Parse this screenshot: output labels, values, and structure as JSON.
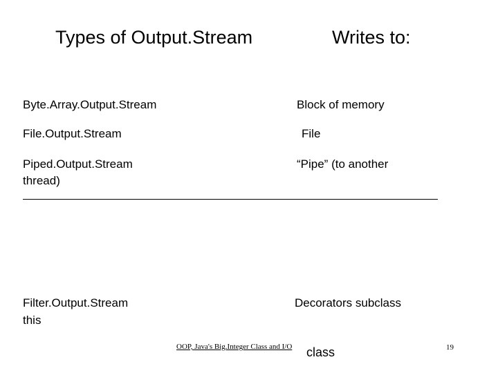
{
  "slide": {
    "headers": {
      "left": "Types of Output.Stream",
      "right": "Writes to:"
    },
    "rows": [
      {
        "stream": "Byte.Array.Output.Stream",
        "writes_to": "Block of memory",
        "continuation": ""
      },
      {
        "stream": "File.Output.Stream",
        "writes_to": "File",
        "continuation": ""
      },
      {
        "stream": "Piped.Output.Stream",
        "writes_to": "“Pipe” (to another",
        "continuation": "thread)"
      },
      {
        "stream": "Filter.Output.Stream",
        "writes_to": "Decorators subclass",
        "continuation": "this"
      }
    ],
    "trailing_word": "class",
    "footer": {
      "center": "OOP, Java's Big.Integer Class and I/O",
      "page": "19"
    }
  }
}
